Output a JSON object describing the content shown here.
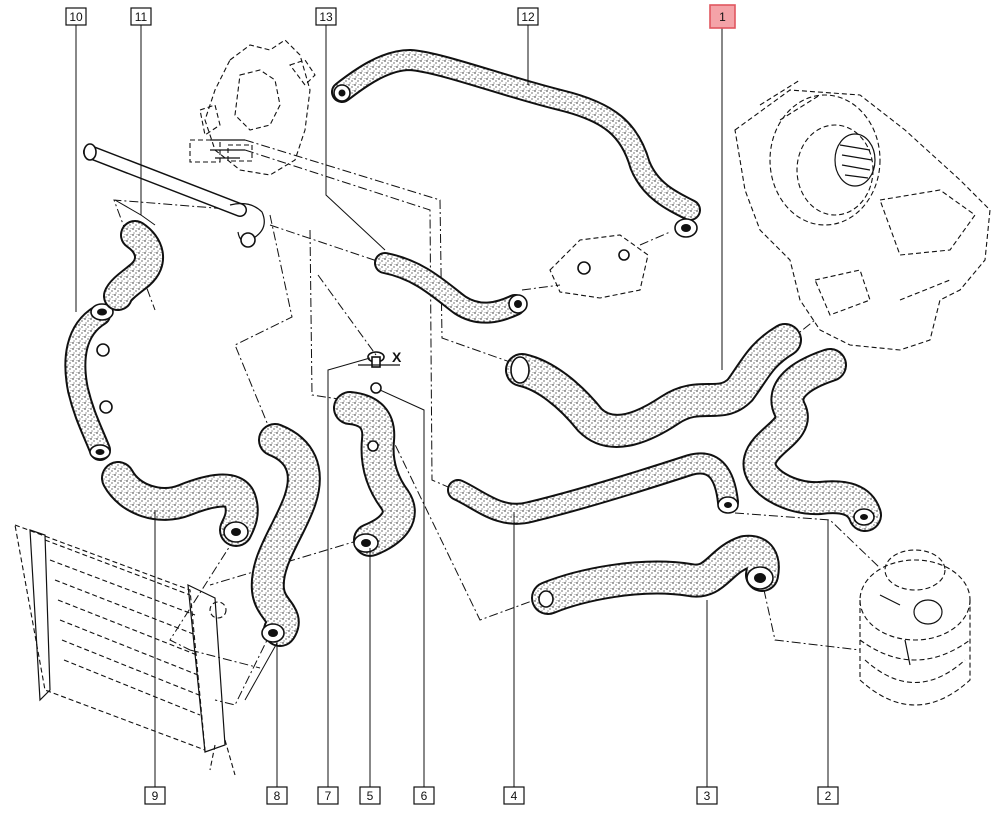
{
  "callouts": {
    "c1": "1",
    "c2": "2",
    "c3": "3",
    "c4": "4",
    "c5": "5",
    "c6": "6",
    "c7": "7",
    "c8": "8",
    "c9": "9",
    "c10": "10",
    "c11": "11",
    "c12": "12",
    "c13": "13"
  },
  "bleed_screw_label": "X",
  "highlight_color": "#f4a3a8"
}
